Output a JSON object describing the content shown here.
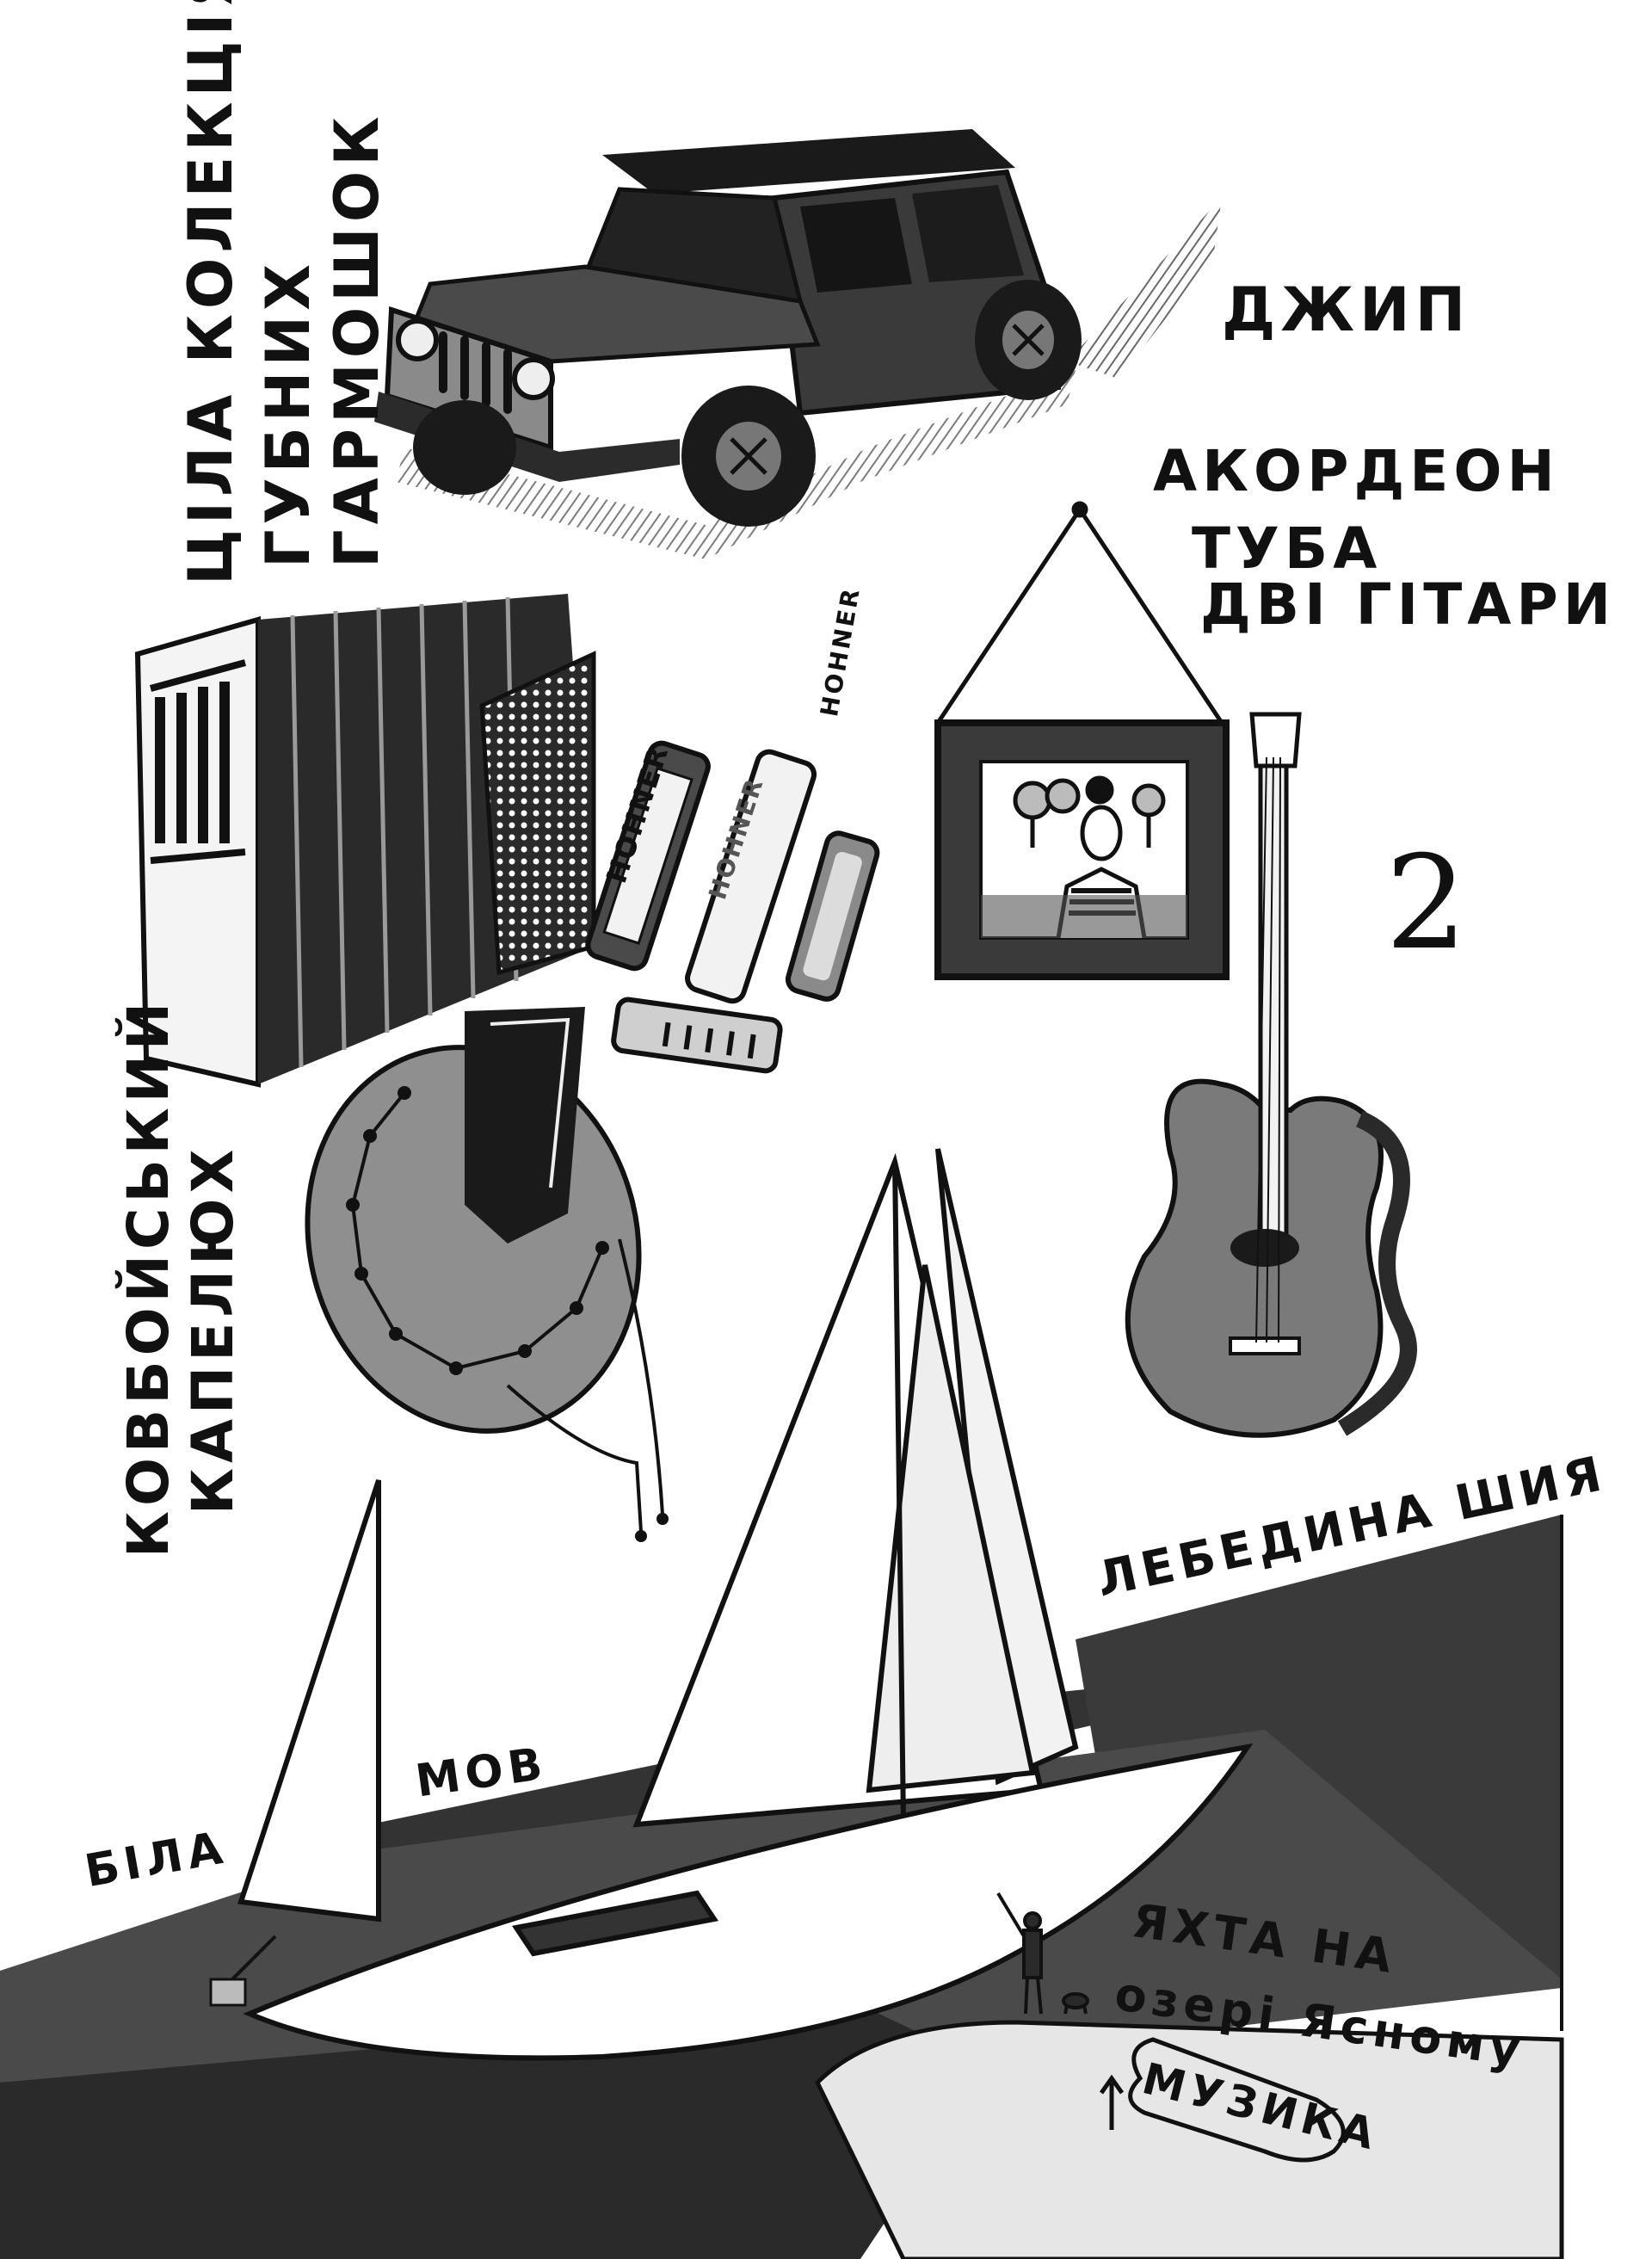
{
  "labels": {
    "jeep": "джип",
    "harmonicas_line1": "ціла колекція",
    "harmonicas_line2": "губних",
    "harmonicas_line3": "гармошок",
    "instruments_line1": "акордеон",
    "instruments_line2": "туба",
    "instruments_line3": "дві гітари",
    "brand_small": "HOHNER",
    "number_two": "2",
    "hat_line1": "ковбойський",
    "hat_line2": "капелюх",
    "swan_neck": "лебедина шия",
    "mov": "мов",
    "bila": "біла",
    "yacht_line1": "яхта на",
    "yacht_line2": "озері Ясному",
    "music": "музика"
  },
  "harmonica_labels": [
    "HOHNER",
    "HOHNER"
  ],
  "colors": {
    "ink": "#111111",
    "paper": "#ffffff",
    "wash": "#555555",
    "light_wash": "#9a9a9a"
  }
}
